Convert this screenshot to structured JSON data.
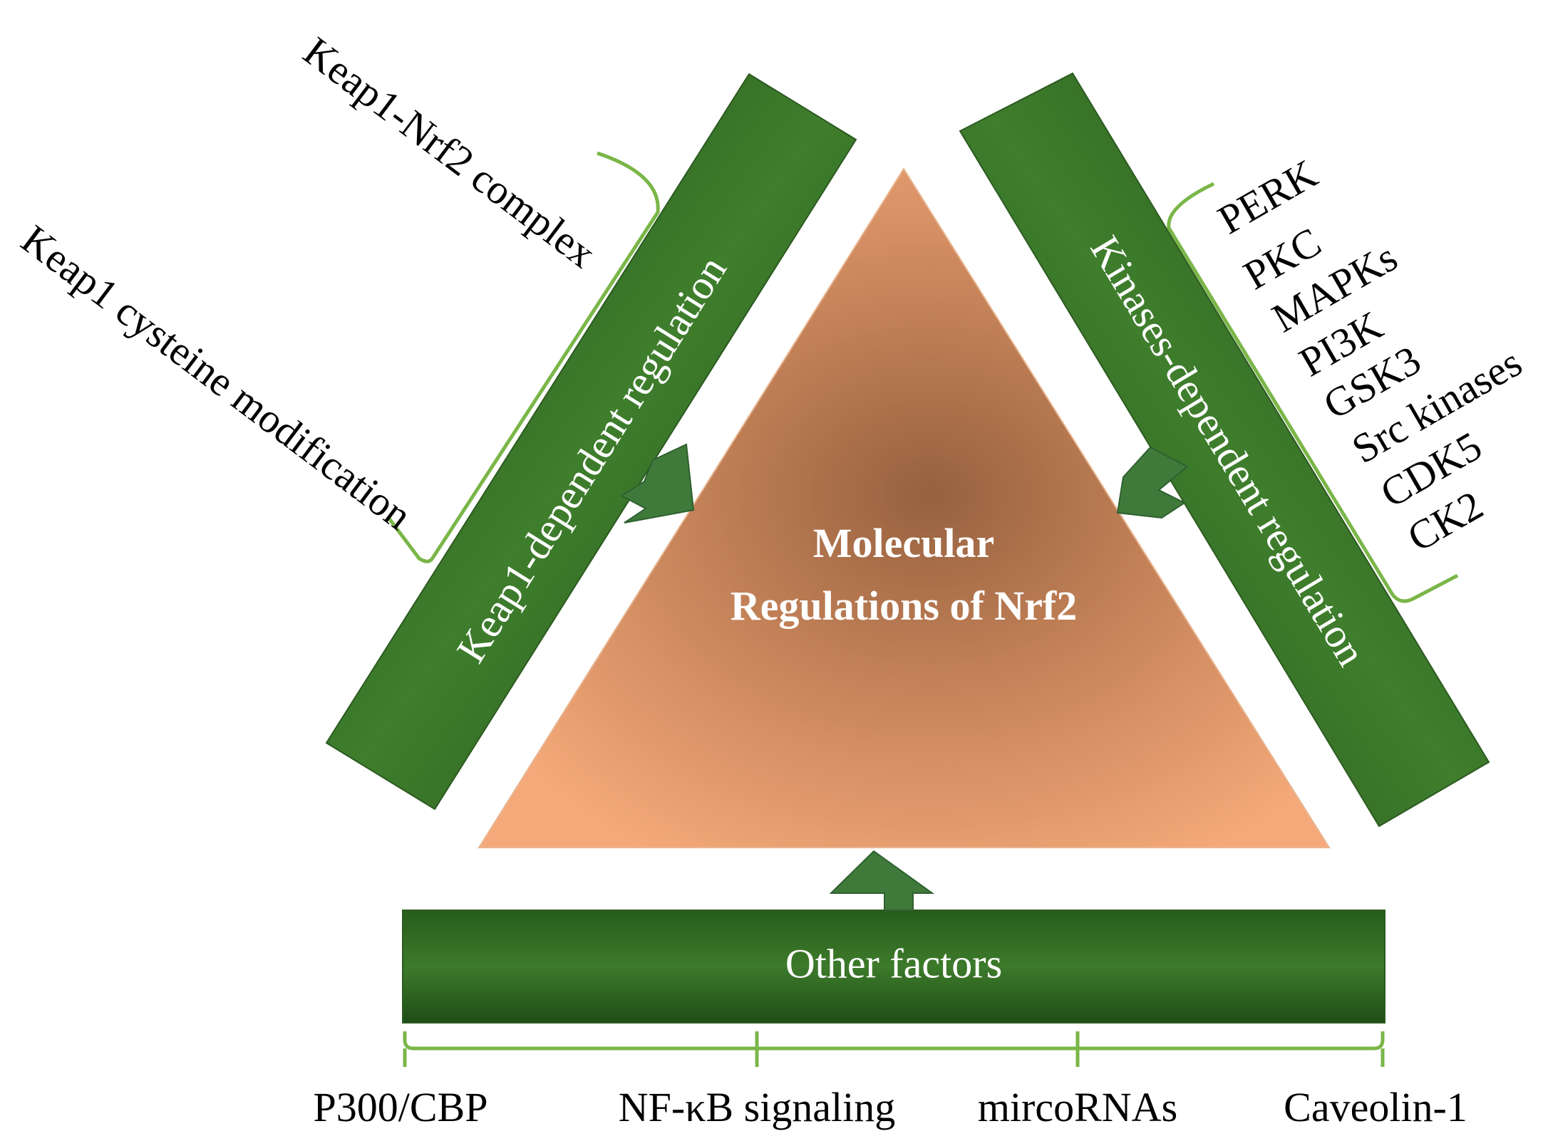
{
  "center": {
    "title_line1": "Molecular",
    "title_line2": "Regulations of Nrf2"
  },
  "left_branch": {
    "bar_label": "Keap1-dependent regulation",
    "items": [
      "Keap1-Nrf2 complex",
      "Keap1 cysteine modification"
    ]
  },
  "right_branch": {
    "bar_label": "Kinases-dependent regulation",
    "items": [
      "PERK",
      "PKC",
      "MAPKs",
      "PI3K",
      "GSK3",
      "Src kinases",
      "CDK5",
      "CK2"
    ]
  },
  "bottom_branch": {
    "bar_label": "Other factors",
    "items": [
      "P300/CBP",
      "NF-κB signaling",
      "mircoRNAs",
      "Caveolin-1"
    ]
  },
  "colors": {
    "bar_dark": "#1f4d16",
    "bar_light": "#4a8a33",
    "bracket": "#7ab648",
    "triangle_center": "#9a6646",
    "triangle_edge": "#f5a97a"
  }
}
